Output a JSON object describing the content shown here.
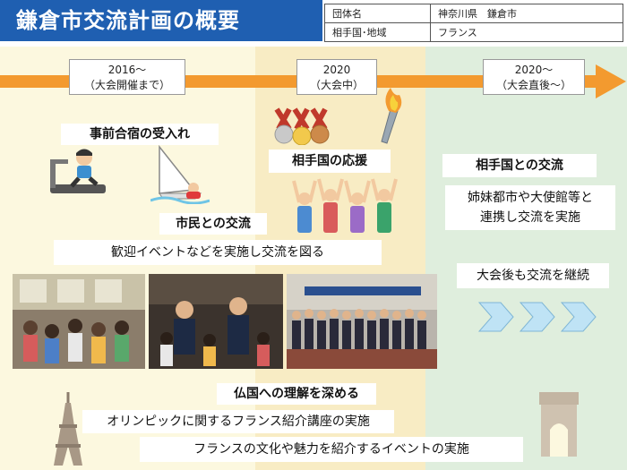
{
  "header": {
    "title": "鎌倉市交流計画の概要",
    "org_label": "団体名",
    "org_value": "神奈川県　鎌倉市",
    "partner_label": "相手国･地域",
    "partner_value": "フランス"
  },
  "timeline": {
    "p1_year": "2016〜",
    "p1_note": "（大会開催まで）",
    "p2_year": "2020",
    "p2_note": "（大会中）",
    "p3_year": "2020〜",
    "p3_note": "（大会直後〜）"
  },
  "col1": {
    "camp_label": "事前合宿の受入れ",
    "citizen_label": "市民との交流",
    "event_text": "歓迎イベントなどを実施し交流を図る"
  },
  "col2": {
    "support_label": "相手国の応援"
  },
  "col3": {
    "exchange_label": "相手国との交流",
    "exchange_text_1": "姉妹都市や大使館等と",
    "exchange_text_2": "連携し交流を実施",
    "continue_text": "大会後も交流を継続"
  },
  "bottom": {
    "understand_label": "仏国への理解を深める",
    "lecture_text": "オリンピックに関するフランス紹介講座の実施",
    "culture_text": "フランスの文化や魅力を紹介するイベントの実施"
  },
  "colors": {
    "title_blue": "#1f5fb1",
    "timeline_orange": "#f39a2f",
    "chevron_blue": "#bfe3f5",
    "col1_bg": "#fcf8df",
    "col2_bg": "#f8ecc4",
    "col3_bg": "#dfeedd"
  }
}
